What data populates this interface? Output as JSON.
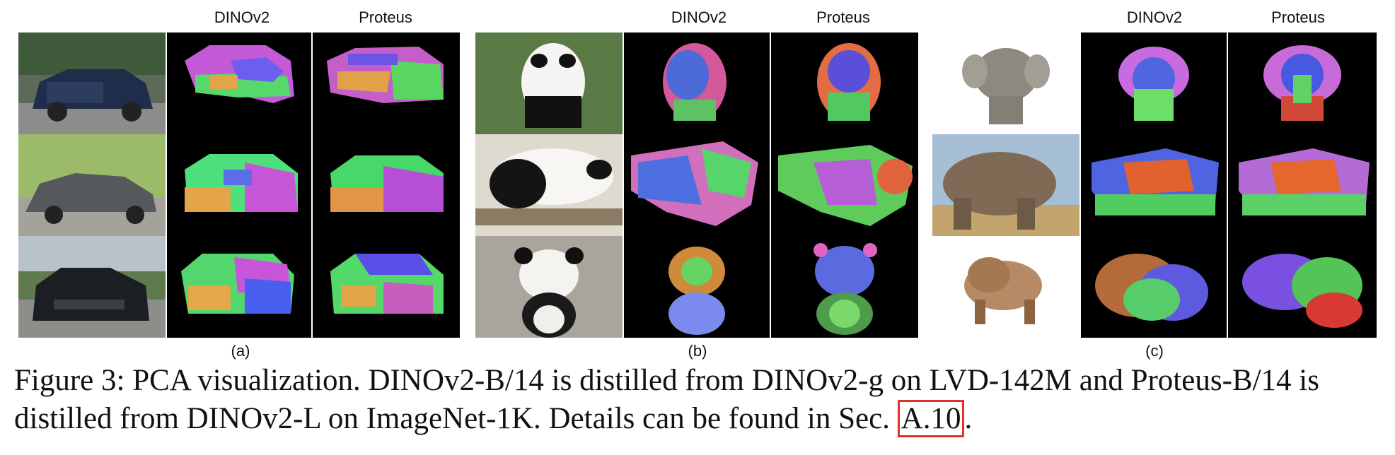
{
  "panels": [
    {
      "id": "a",
      "sublabel": "(a)",
      "col_headers": [
        "DINOv2",
        "Proteus"
      ],
      "rows": [
        "car-1",
        "car-2",
        "car-3"
      ]
    },
    {
      "id": "b",
      "sublabel": "(b)",
      "col_headers": [
        "DINOv2",
        "Proteus"
      ],
      "rows": [
        "panda-standing",
        "panda-on-branch",
        "panda-toy"
      ]
    },
    {
      "id": "c",
      "sublabel": "(c)",
      "col_headers": [
        "DINOv2",
        "Proteus"
      ],
      "rows": [
        "elephant-toy",
        "elephant-real",
        "elephant-wooden"
      ]
    }
  ],
  "caption": {
    "text_before": "Figure 3: PCA visualization. DINOv2-B/14 is distilled from DINOv2-g on LVD-142M and Proteus-B/14 is distilled from DINOv2-L on ImageNet-1K. Details can be found in Sec. ",
    "ref": "A.10",
    "text_after": "."
  },
  "colors": {
    "highlight_box": "#e0302a",
    "pca_background": "#000000"
  }
}
